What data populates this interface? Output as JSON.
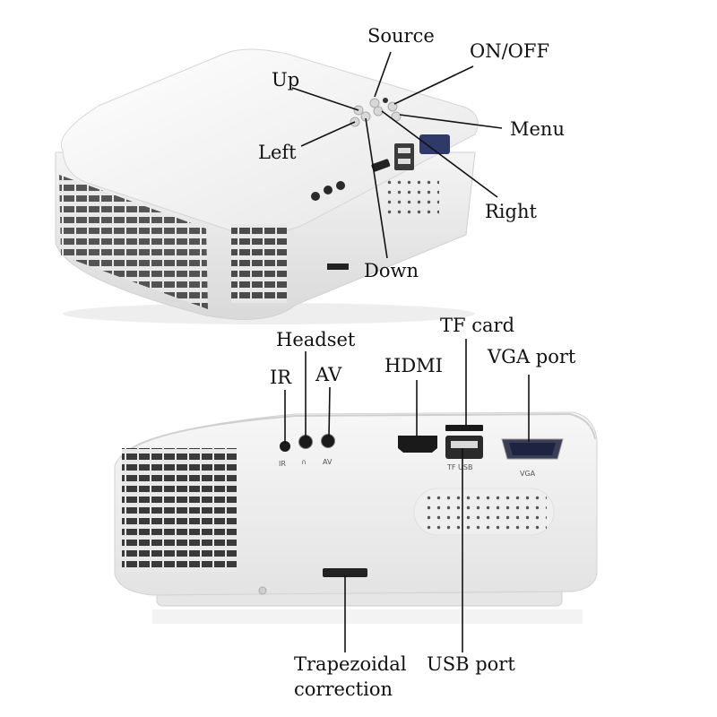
{
  "top_view": {
    "labels": {
      "source": "Source",
      "on_off": "ON/OFF",
      "up": "Up",
      "menu": "Menu",
      "left": "Left",
      "right": "Right",
      "down": "Down"
    }
  },
  "rear_view": {
    "labels": {
      "headset": "Headset",
      "tf_card": "TF card",
      "ir": "IR",
      "av": "AV",
      "hdmi": "HDMI",
      "vga_port": "VGA port",
      "trapezoidal_line1": "Trapezoidal",
      "trapezoidal_line2": "correction",
      "usb_port": "USB port"
    },
    "port_markings": {
      "ir": "IR",
      "av": "AV",
      "tf_usb": "TF USB",
      "vga": "VGA"
    }
  },
  "colors": {
    "body": "#f2f2f2",
    "shadow": "#c8c8c8",
    "port": "#1a1a1a",
    "leader": "#111111"
  }
}
